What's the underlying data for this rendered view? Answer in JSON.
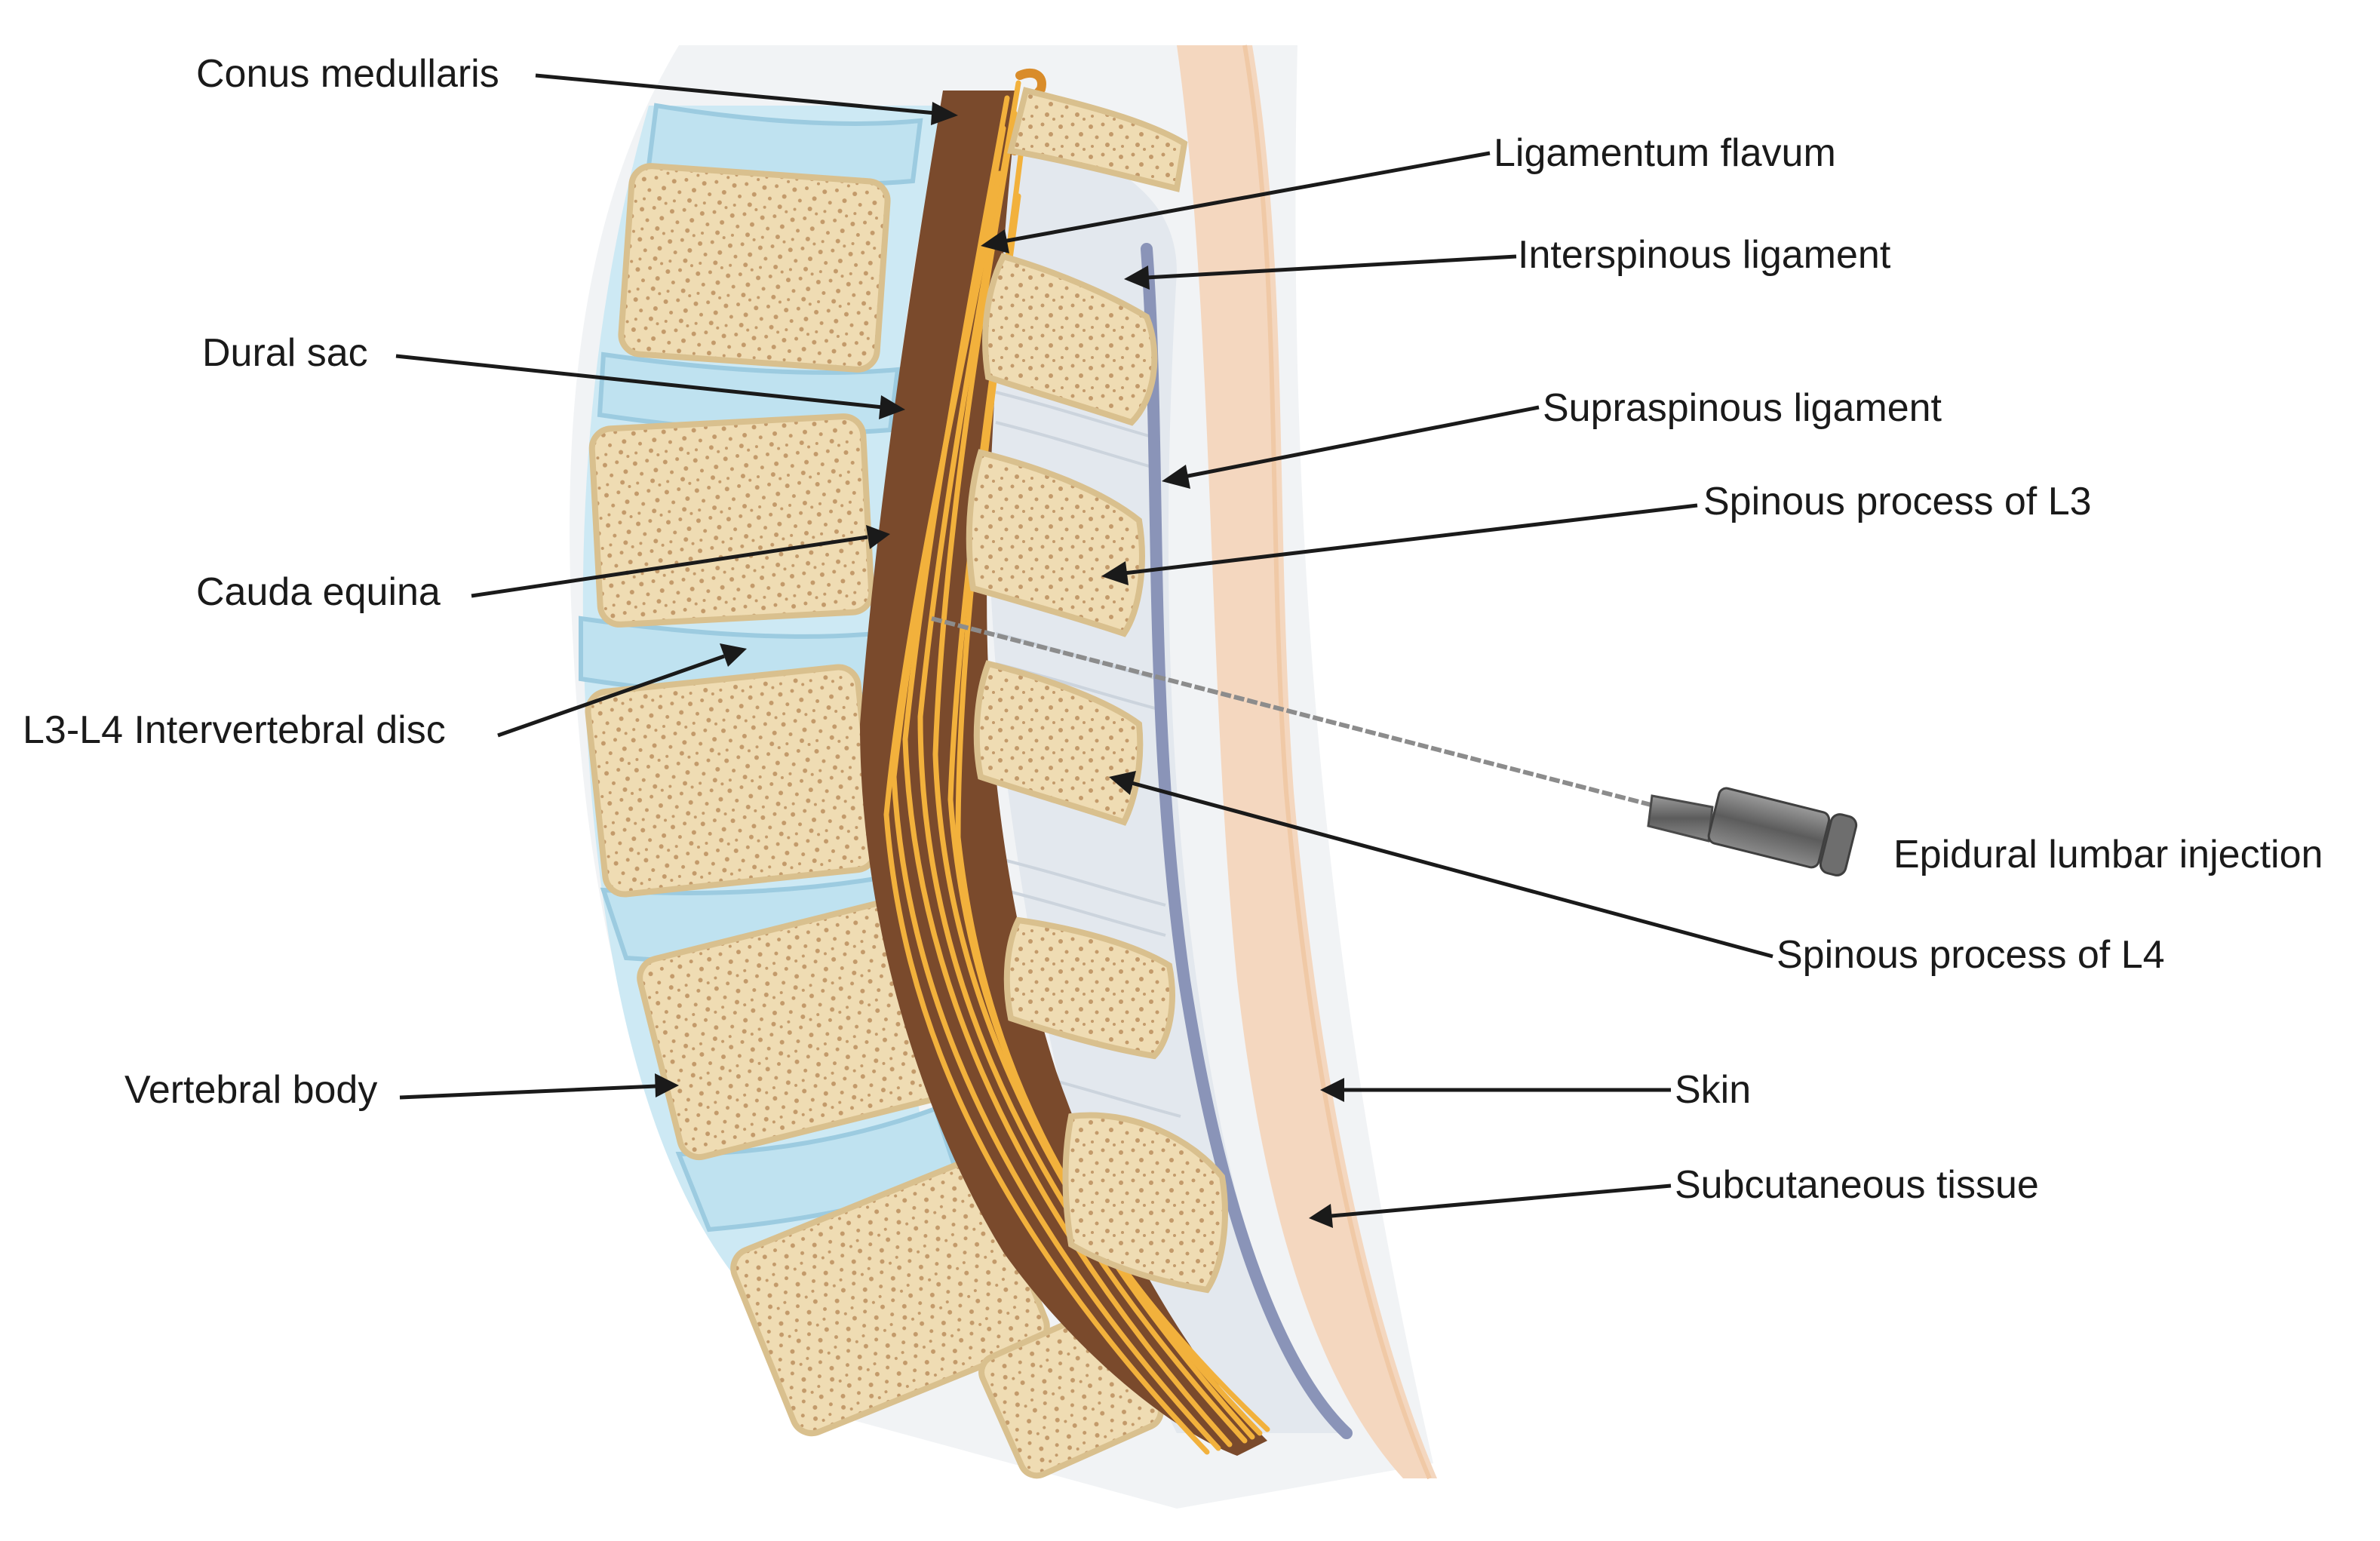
{
  "labels": {
    "conus_medullaris": "Conus medullaris",
    "ligamentum_flavum": "Ligamentum flavum",
    "interspinous_ligament": "Interspinous ligament",
    "dural_sac": "Dural sac",
    "supraspinous_ligament": "Supraspinous ligament",
    "spinous_process_l3": "Spinous process of L3",
    "cauda_equina": "Cauda equina",
    "intervertebral_disc": "L3-L4 Intervertebral disc",
    "epidural_injection": "Epidural lumbar injection",
    "spinous_process_l4": "Spinous process of L4",
    "vertebral_body": "Vertebral body",
    "skin": "Skin",
    "subcutaneous_tissue": "Subcutaneous tissue"
  },
  "colors": {
    "bone": "#efdcb3",
    "bone_outline": "#d9c08e",
    "bone_speckle": "#c39a6a",
    "disc": "#bfe2f0",
    "disc_outline": "#9ccbe0",
    "skin": "#f4d7bf",
    "dura_line": "#8a94b8",
    "nerves": "#f2b13c",
    "canal": "#7a4a2c",
    "ligament": "#e3e8ee",
    "needle": "#6d6d6d"
  }
}
